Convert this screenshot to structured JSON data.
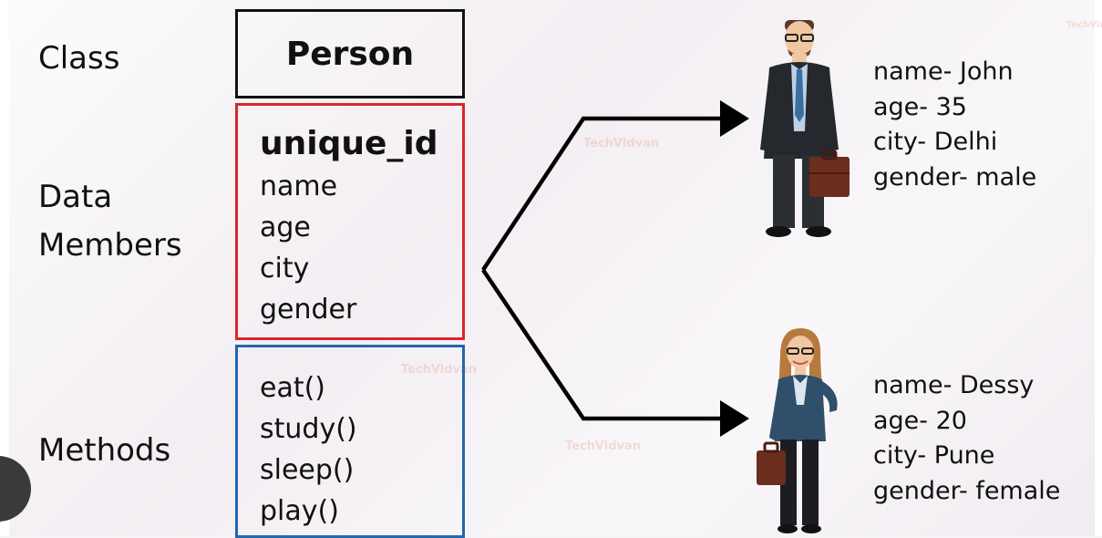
{
  "row_labels": {
    "class": "Class",
    "data_line1": "Data",
    "data_line2": "Members",
    "methods": "Methods"
  },
  "class_box": {
    "name": "Person"
  },
  "data_members": [
    "unique_id",
    "name",
    "age",
    "city",
    "gender"
  ],
  "methods": [
    "eat()",
    "study()",
    "sleep()",
    "play()"
  ],
  "objects": [
    {
      "icon": "businessman-icon",
      "lines": [
        "name- John",
        "age- 35",
        "city- Delhi",
        "gender- male"
      ]
    },
    {
      "icon": "businesswoman-icon",
      "lines": [
        "name- Dessy",
        "age- 20",
        "city- Pune",
        "gender- female"
      ]
    }
  ],
  "watermark": "TechVidvan",
  "colors": {
    "class_border": "#111111",
    "data_border": "#d8262c",
    "methods_border": "#1f67b1",
    "arrow": "#000000"
  }
}
